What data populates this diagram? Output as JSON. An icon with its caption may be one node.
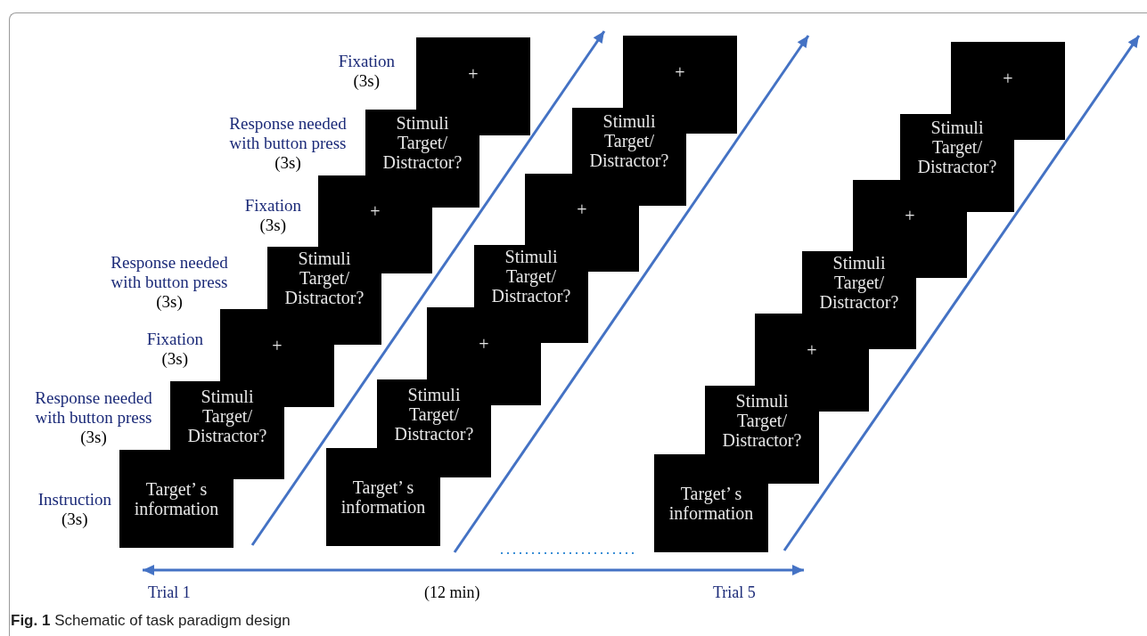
{
  "diagram": {
    "caption": "**Fig. 1** Schematic of task paradigm design",
    "nodes": [
      {
        "text": [
          "Target’ s information"
        ],
        "beside": [
          "Instruction",
          "(3s)"
        ]
      },
      {
        "text": [
          "Stimuli Target/ Distractor?"
        ],
        "beside": [
          "Response needed with button press",
          "(3s)"
        ]
      },
      {
        "text": [
          "+"
        ],
        "beside": [
          "Fixation",
          "(3s)"
        ]
      },
      {
        "text": [
          "Stimuli Target/ Distractor?"
        ],
        "beside": [
          "Response needed with button press",
          "(3s)"
        ]
      },
      {
        "text": [
          "+"
        ],
        "beside": [
          "Fixation",
          "(3s)"
        ]
      },
      {
        "text": [
          "Stimuli Target/ Distractor?"
        ],
        "beside": [
          "Response needed with button press",
          "(3s)"
        ]
      },
      {
        "text": [
          "+"
        ],
        "beside": [
          "Fixation",
          "(3s)"
        ]
      },
      {
        "text": [
          "Target’ s information"
        ]
      },
      {
        "text": [
          "Stimuli Target/ Distractor?"
        ]
      },
      {
        "text": [
          "+"
        ]
      },
      {
        "text": [
          "Stimuli Target/ Distractor?"
        ]
      },
      {
        "text": [
          "+"
        ]
      },
      {
        "text": [
          "Stimuli Target/ Distractor?"
        ]
      },
      {
        "text": [
          "+"
        ]
      },
      {
        "text": [
          "Target’ s information"
        ]
      },
      {
        "text": [
          "Stimuli Target/ Distractor?"
        ]
      },
      {
        "text": [
          "+"
        ]
      },
      {
        "text": [
          "Stimuli Target/ Distractor?"
        ]
      },
      {
        "text": [
          "+"
        ]
      },
      {
        "text": [
          "Stimuli Target/ Distractor?"
        ]
      },
      {
        "text": [
          "+"
        ]
      }
    ],
    "labels": [
      "Trial 1",
      "(12 min)",
      "Trial 5"
    ]
  }
}
